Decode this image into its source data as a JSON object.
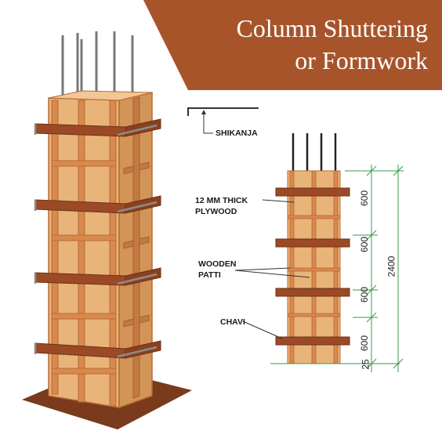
{
  "title": {
    "line1": "Column Shuttering",
    "line2": "or Formwork"
  },
  "labels": {
    "shikanja": "SHIKANJA",
    "plywood_line1": "12 MM THICK",
    "plywood_line2": "PLYWOOD",
    "patti_line1": "WOODEN",
    "patti_line2": "PATTI",
    "chavi": "CHAVI"
  },
  "dimensions": {
    "segments": [
      "600",
      "600",
      "600",
      "600",
      "25"
    ],
    "total": "2400"
  },
  "colors": {
    "banner": "#a8542a",
    "plywood": "#e9b47a",
    "plywood_shade": "#d39557",
    "clamp": "#9b4a25",
    "base": "#7a3a1c",
    "rebar": "#777777",
    "dim_line": "#3a9a4a"
  }
}
